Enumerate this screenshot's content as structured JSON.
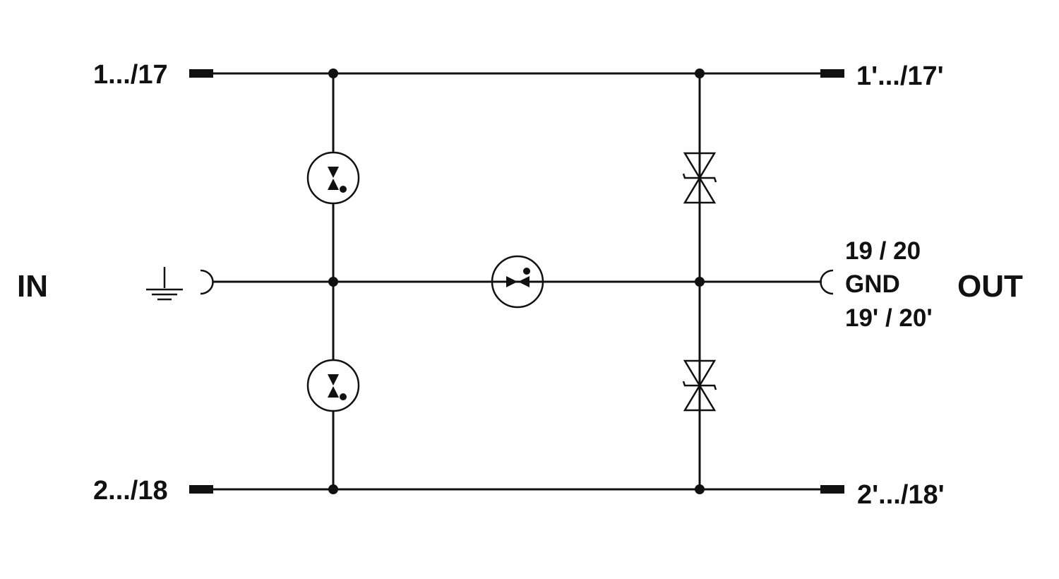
{
  "labels": {
    "side_in": "IN",
    "side_out": "OUT",
    "term_top_in": "1.../17",
    "term_bottom_in": "2.../18",
    "term_top_out": "1'.../17'",
    "term_bottom_out": "2'.../18'",
    "gnd_line1": "19 / 20",
    "gnd_line2": "GND",
    "gnd_line3": "19' / 20'"
  },
  "colors": {
    "line": "#111111",
    "background": "#ffffff"
  },
  "components": [
    {
      "kind": "gas-discharge-tube",
      "between": [
        "1.../17",
        "GND"
      ]
    },
    {
      "kind": "gas-discharge-tube",
      "between": [
        "GND",
        "2.../18"
      ]
    },
    {
      "kind": "gas-discharge-tube",
      "between": [
        "GND",
        "GND"
      ]
    },
    {
      "kind": "tvs-diode",
      "between": [
        "1'.../17'",
        "GND"
      ]
    },
    {
      "kind": "tvs-diode",
      "between": [
        "GND",
        "2'.../18'"
      ]
    }
  ]
}
